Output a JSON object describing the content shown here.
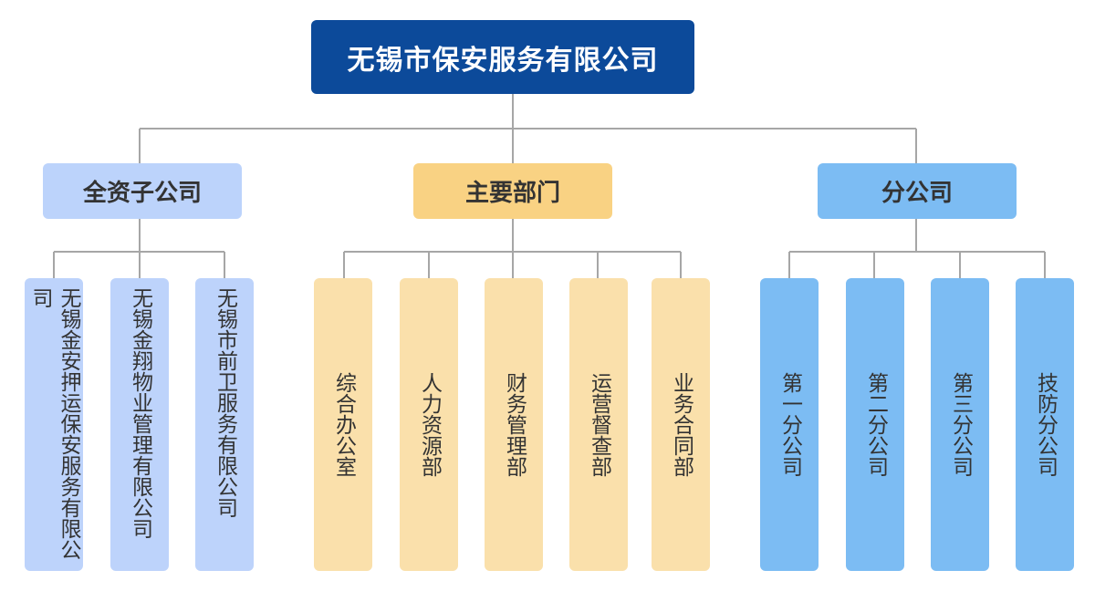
{
  "root": {
    "label": "无锡市保安服务有限公司"
  },
  "branches": [
    {
      "label": "全资子公司",
      "children": [
        "无锡金安押运保安服务有限公司",
        "无锡金翔物业管理有限公司",
        "无锡市前卫服务有限公司"
      ]
    },
    {
      "label": "主要部门",
      "children": [
        "综合办公室",
        "人力资源部",
        "财务管理部",
        "运营督查部",
        "业务合同部"
      ]
    },
    {
      "label": "分公司",
      "children": [
        "第一分公司",
        "第二分公司",
        "第三分公司",
        "技防分公司"
      ]
    }
  ],
  "colors": {
    "root": "#0c4a9a",
    "subsidiary_header": "#bcd3fb",
    "department_header": "#f9d283",
    "branch_header": "#7cbcf3",
    "subsidiary_item": "#bdd3fb",
    "department_item": "#fae0ab",
    "branch_item": "#7cbcf3",
    "connector": "#a6a6a6"
  }
}
